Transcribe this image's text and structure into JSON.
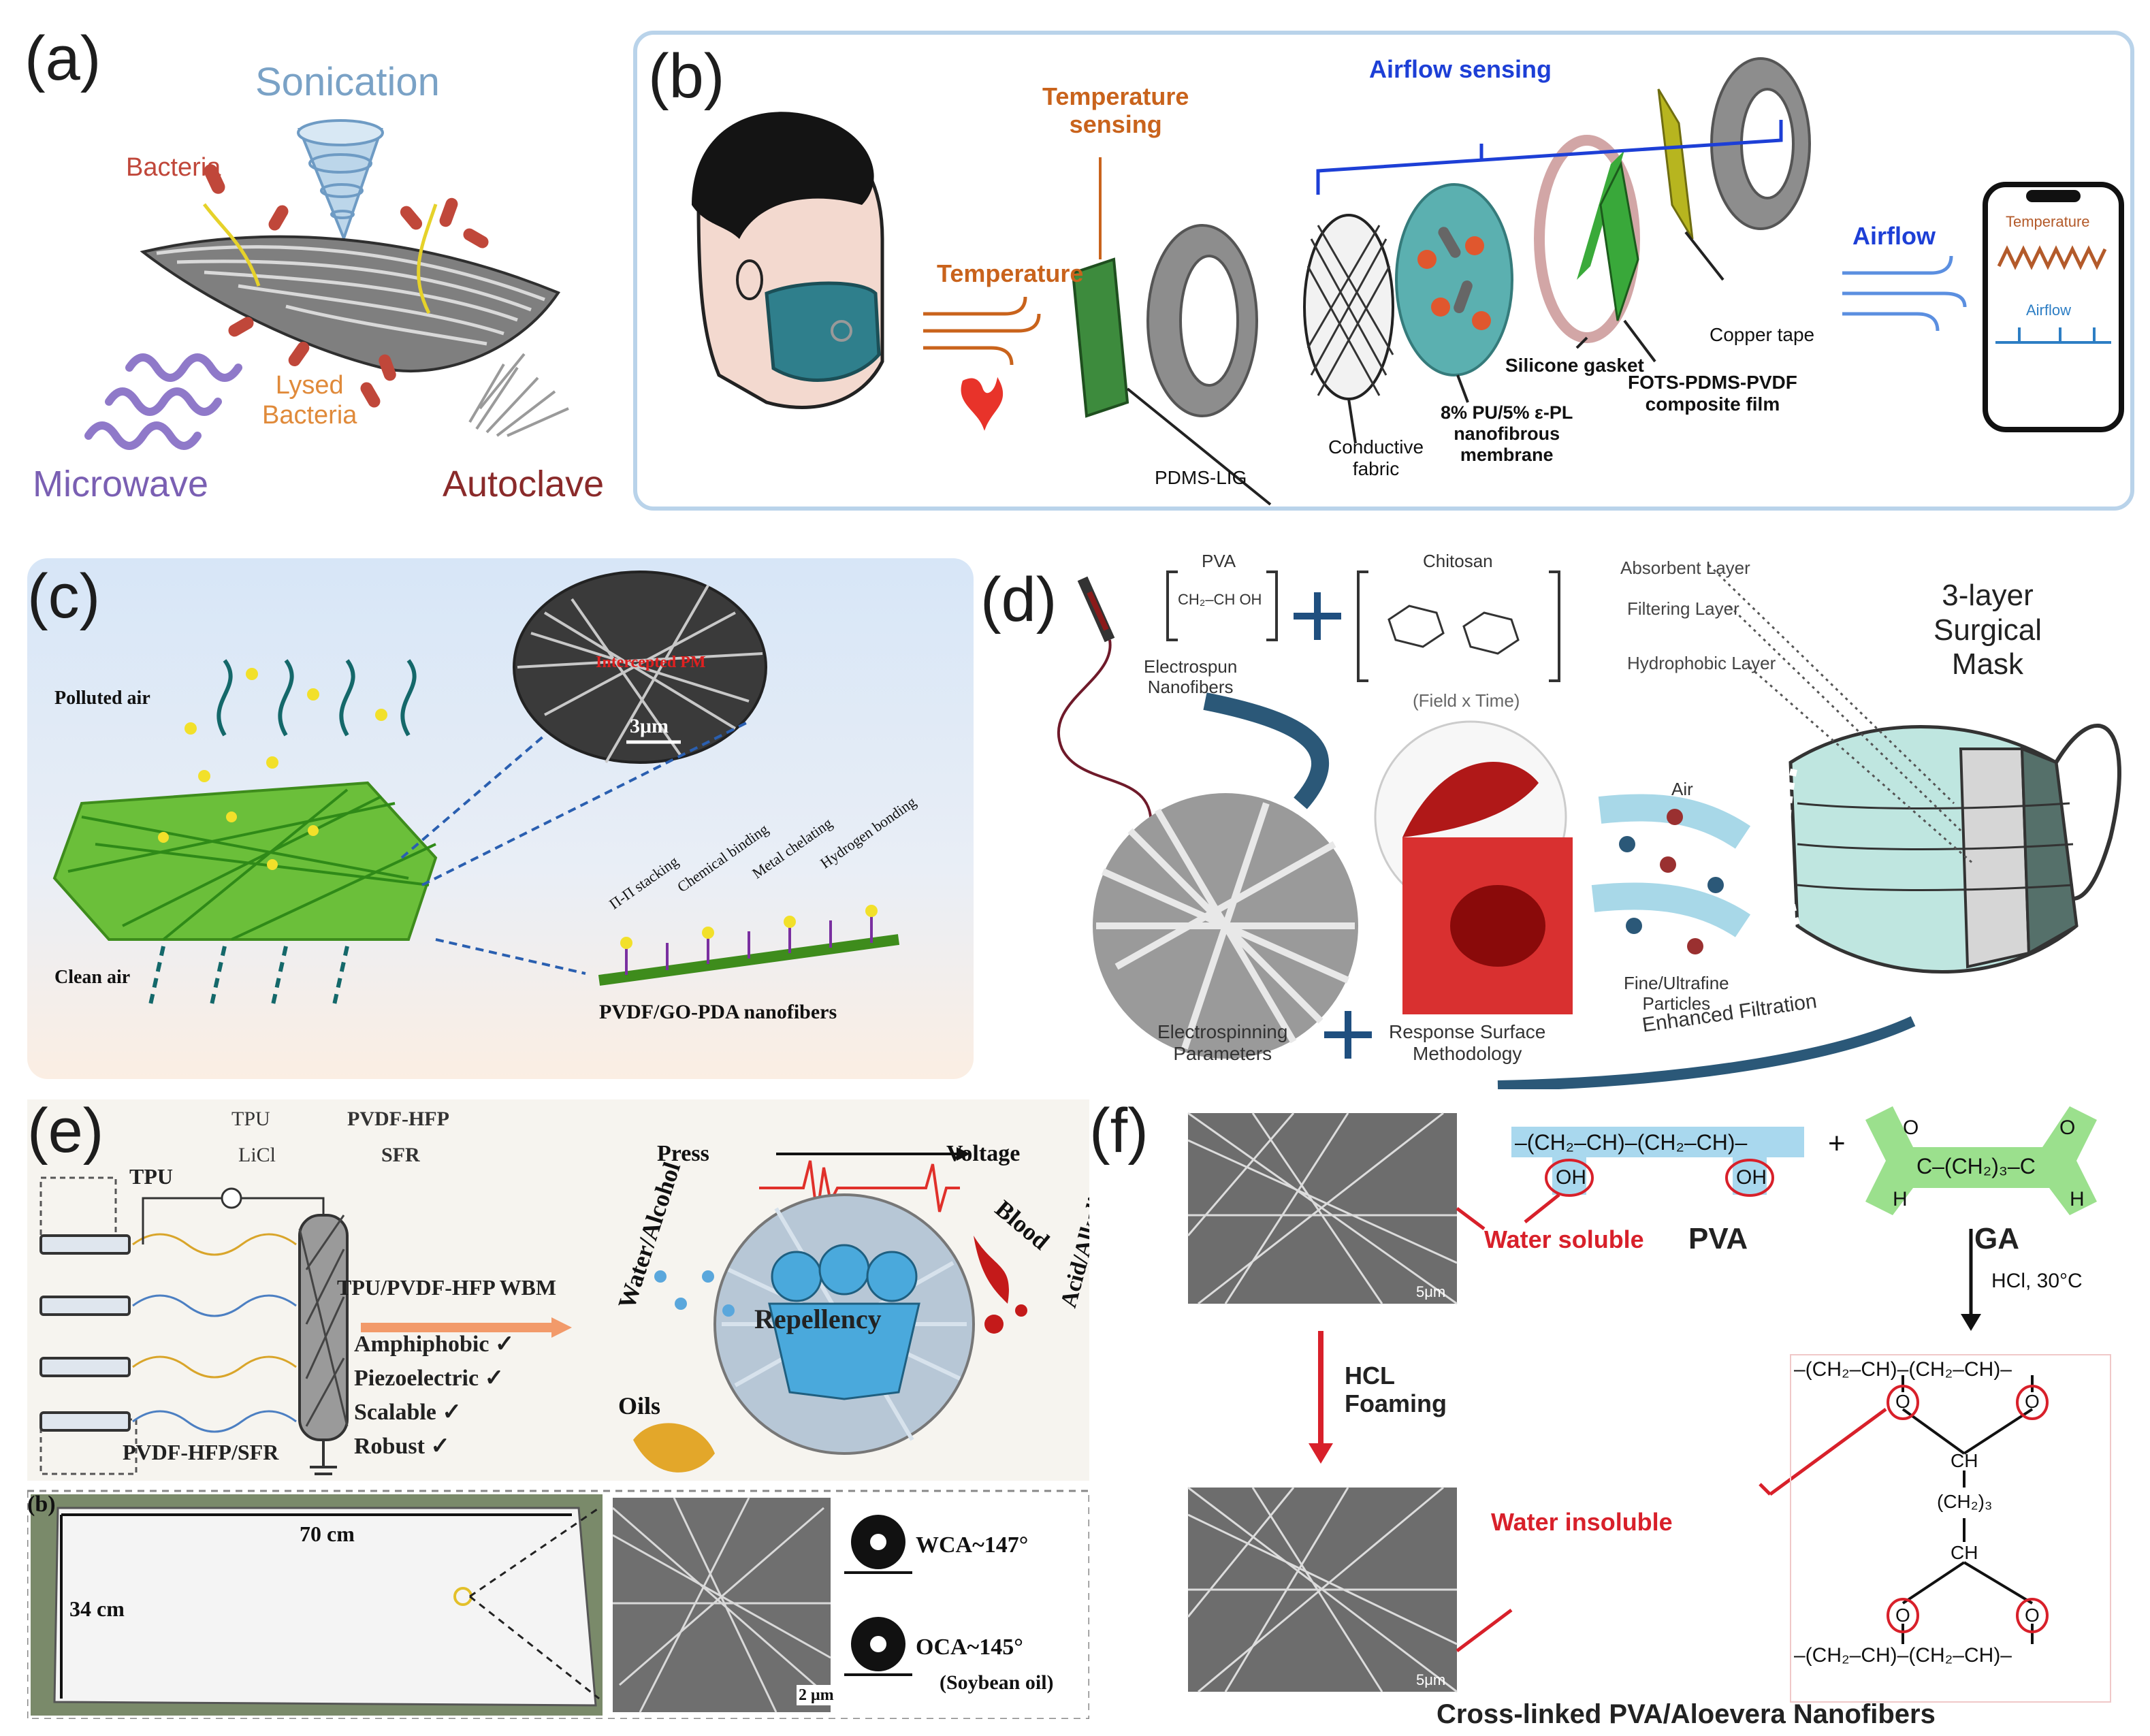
{
  "panel_a": {
    "label": "(a)",
    "sonication": "Sonication",
    "bacteria": "Bacteria",
    "lysed": "Lysed\nBacteria",
    "microwave": "Microwave",
    "autoclave": "Autoclave",
    "colors": {
      "sonication": "#7aa2c6",
      "bacteria": "#c0473a",
      "lysed": "#e08a3a",
      "microwave": "#7a5fb3",
      "autoclave": "#8a2a2a"
    }
  },
  "panel_b": {
    "label": "(b)",
    "airflow_sensing": "Airflow sensing",
    "temperature_sensing": "Temperature\nsensing",
    "temperature": "Temperature",
    "pdms_lig": "PDMS-LIG",
    "conductive_fabric": "Conductive\nfabric",
    "membrane": "8% PU/5% ε-PL\nnanofibrous\nmembrane",
    "silicone_gasket": "Silicone gasket",
    "fots": "FOTS-PDMS-PVDF\ncomposite film",
    "copper_tape": "Copper tape",
    "airflow": "Airflow",
    "phone_temperature": "Temperature",
    "phone_airflow": "Airflow",
    "colors": {
      "blue": "#1d3fd6",
      "orange": "#c9631c",
      "frame": "#b9d3ea"
    }
  },
  "panel_c": {
    "label": "(c)",
    "polluted_air": "Polluted air",
    "clean_air": "Clean air",
    "intercepted": "Intercepted PM",
    "scale": "3μm",
    "stacking": "Π-Π stacking",
    "chemical": "Chemical binding",
    "metal": "Metal chelating",
    "hydrogen": "Hydrogen bonding",
    "fibers": "PVDF/GO-PDA nanofibers"
  },
  "panel_d": {
    "label": "(d)",
    "pva": "PVA",
    "pva_formula": "CH₂–CH  OH",
    "chitosan": "Chitosan",
    "electrospun": "Electrospun\nNanofibers",
    "plot_title": "(Field x Time)",
    "absorbent": "Absorbent Layer",
    "filtering": "Filtering Layer",
    "hydrophobic": "Hydrophobic Layer",
    "mask": "3-layer\nSurgical\nMask",
    "air": "Air",
    "particles": "Fine/Ultrafine\nParticles",
    "parameters": "Electrospinning\nParameters",
    "rsm": "Response Surface\nMethodology",
    "enhanced": "Enhanced Filtration"
  },
  "panel_e": {
    "label": "(e)",
    "tpu_legend": "TPU",
    "pvdf_legend": "PVDF-HFP",
    "tpu": "TPU",
    "licl": "LiCl",
    "sfr": "SFR",
    "wbm": "TPU/PVDF-HFP WBM",
    "props": [
      "Amphiphobic ✓",
      "Piezoelectric ✓",
      "Scalable ✓",
      "Robust ✓"
    ],
    "pvdf_sfr": "PVDF-HFP/SFR",
    "press": "Press",
    "voltage": "Voltage",
    "water_alcohol": "Water/Alcohol",
    "repellency": "Repellency",
    "oils": "Oils",
    "blood": "Blood",
    "acid": "Acid/Alkaline\nliquid",
    "sub_label": "(b)",
    "width": "70 cm",
    "height": "34 cm",
    "scale": "2 μm",
    "wca": "WCA~147°",
    "oca": "OCA~145°",
    "soybean": "(Soybean oil)"
  },
  "panel_f": {
    "label": "(f)",
    "water_soluble": "Water soluble",
    "pva": "PVA",
    "ga": "GA",
    "hcl_temp": "HCl, 30°C",
    "hcl_foaming": "HCL\nFoaming",
    "water_insoluble": "Water insoluble",
    "caption": "Cross-linked PVA/Aloevera Nanofibers",
    "scale": "5μm",
    "pva_chain": "–(CH₂–CH)–(CH₂–CH)–",
    "ga_chain": "C–(CH₂)₃–C",
    "crosslink_top": "–(CH₂–CH)–(CH₂–CH)–",
    "crosslink_bottom": "–(CH₂–CH)–(CH₂–CH)–",
    "ch": "CH",
    "ch2_3": "(CH₂)₃",
    "o": "O",
    "oh": "OH",
    "h": "H",
    "colors": {
      "red": "#d8202a",
      "blue_band": "#a9d8ee",
      "green_band": "#9be08d"
    }
  }
}
